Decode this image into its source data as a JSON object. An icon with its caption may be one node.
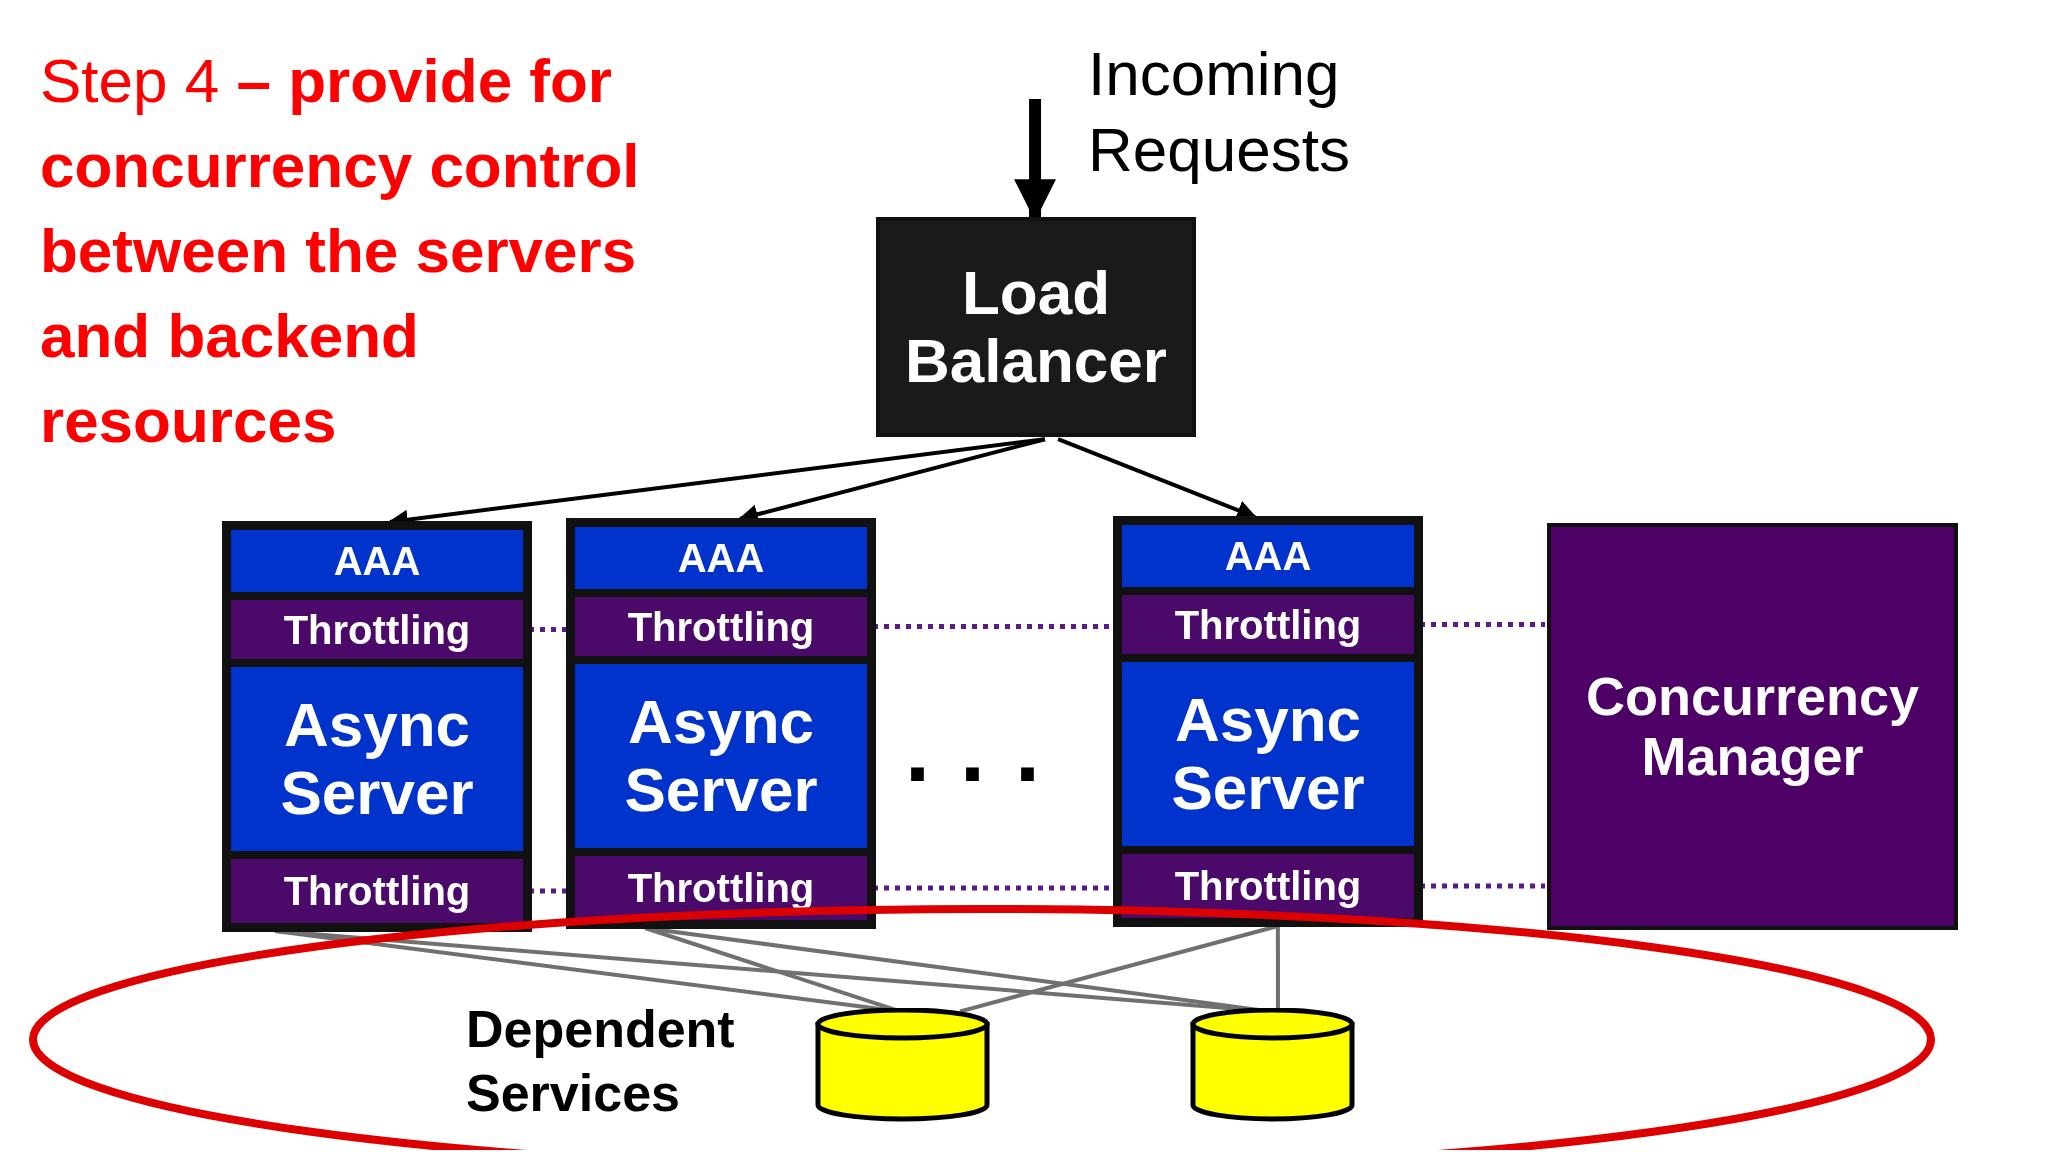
{
  "diagram": {
    "title": "Step 4 **– provide for concurrency control between the servers and backend resources**",
    "nodes": [
      {
        "text": [
          "Load Balancer"
        ]
      },
      {
        "text": [],
        "shape": "box"
      },
      {
        "text": [
          "AAA"
        ],
        "in": 1
      },
      {
        "text": [
          "Throttling"
        ],
        "in": 1
      },
      {
        "text": [
          "Async Server"
        ],
        "in": 1
      },
      {
        "text": [
          "Throttling"
        ],
        "in": 1
      },
      {
        "text": [],
        "shape": "box"
      },
      {
        "text": [
          "AAA"
        ],
        "in": 6
      },
      {
        "text": [
          "Throttling"
        ],
        "in": 6
      },
      {
        "text": [
          "Async Server"
        ],
        "in": 6
      },
      {
        "text": [
          "Throttling"
        ],
        "in": 6
      },
      {
        "text": [],
        "shape": "box"
      },
      {
        "text": [
          "AAA"
        ],
        "in": 11
      },
      {
        "text": [
          "Throttling"
        ],
        "in": 11
      },
      {
        "text": [
          "Async Server"
        ],
        "in": 11
      },
      {
        "text": [
          "Throttling"
        ],
        "in": 11
      },
      {
        "text": [
          "Concurrency Manager"
        ]
      },
      {
        "text": [
          "Dependent Services"
        ]
      },
      {
        "text": [],
        "shape": "cylinder",
        "in": 17
      },
      {
        "text": [],
        "shape": "cylinder",
        "in": 17
      }
    ],
    "edges": [
      {
        "from": null,
        "to": 0,
        "arrow": "to",
        "style": "thick",
        "color": "#000000"
      },
      {
        "from": 0,
        "to": 1,
        "arrow": "to",
        "color": "#000000"
      },
      {
        "from": 0,
        "to": 6,
        "arrow": "to",
        "color": "#000000"
      },
      {
        "from": 0,
        "to": 11,
        "arrow": "to",
        "color": "#000000"
      },
      {
        "from": 3,
        "to": 8,
        "arrow": "none",
        "style": "dashed",
        "color": "#5a1a8a"
      },
      {
        "from": 8,
        "to": 13,
        "arrow": "none",
        "style": "dashed",
        "color": "#5a1a8a"
      },
      {
        "from": 13,
        "to": 16,
        "arrow": "none",
        "style": "dashed",
        "color": "#5a1a8a"
      },
      {
        "from": 5,
        "to": 10,
        "arrow": "none",
        "style": "dashed",
        "color": "#5a1a8a"
      },
      {
        "from": 10,
        "to": 15,
        "arrow": "none",
        "style": "dashed",
        "color": "#5a1a8a"
      },
      {
        "from": 15,
        "to": 16,
        "arrow": "none",
        "style": "dashed",
        "color": "#5a1a8a"
      },
      {
        "from": 1,
        "to": 18,
        "arrow": "none",
        "color": "#707070"
      },
      {
        "from": 1,
        "to": 19,
        "arrow": "none",
        "color": "#707070"
      },
      {
        "from": 6,
        "to": 18,
        "arrow": "none",
        "color": "#707070"
      },
      {
        "from": 6,
        "to": 19,
        "arrow": "none",
        "color": "#707070"
      },
      {
        "from": 11,
        "to": 18,
        "arrow": "none",
        "color": "#707070"
      },
      {
        "from": 11,
        "to": 19,
        "arrow": "none",
        "color": "#707070"
      }
    ],
    "labels": [
      "Incoming Requests",
      "..."
    ]
  }
}
